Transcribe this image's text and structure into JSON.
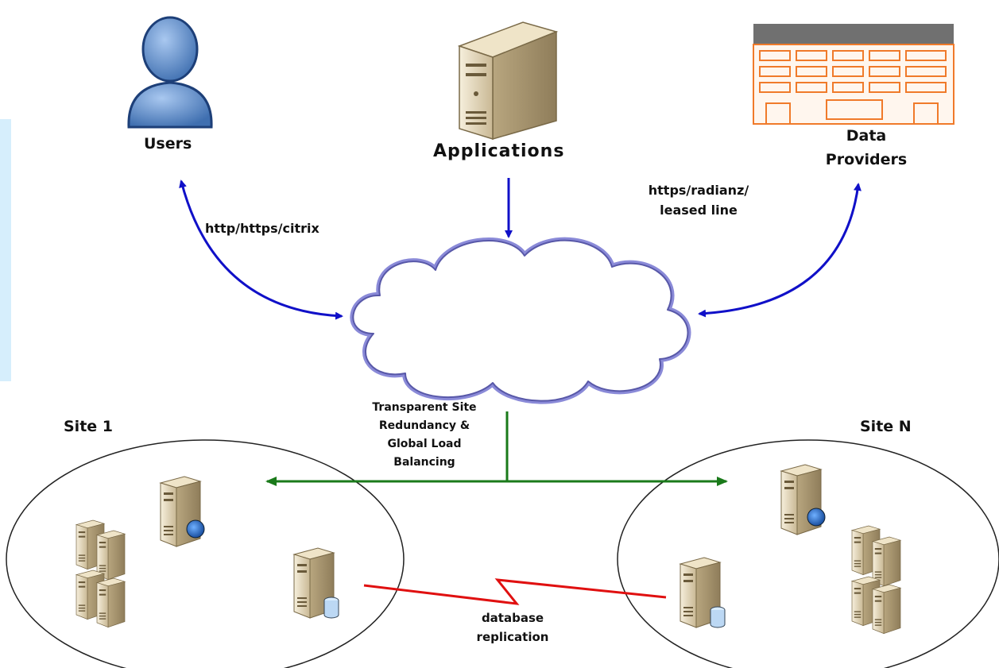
{
  "nodes": {
    "users": "Users",
    "applications": "Applications",
    "data_providers": {
      "line1": "Data",
      "line2": "Providers"
    },
    "site_1": "Site 1",
    "site_n": "Site N"
  },
  "connections": {
    "users_protocol": "http/https/citrix",
    "providers_protocol": {
      "line1": "https/radianz/",
      "line2": "leased line"
    },
    "redundancy": {
      "line1": "Transparent Site",
      "line2": "Redundancy &",
      "line3": "Global Load",
      "line4": "Balancing"
    },
    "replication": {
      "line1": "database",
      "line2": "replication"
    }
  },
  "colors": {
    "arrow_blue": "#1010c8",
    "arrow_green": "#1a7a1a",
    "replication_red": "#e01010",
    "building_orange": "#f07a2a",
    "building_roof": "#707070",
    "user_blue": "#5a8fd0",
    "server_beige": "#e8dcc0",
    "cloud_outline": "#8a8ad8"
  },
  "icons": [
    "user-icon",
    "application-server-icon",
    "building-icon",
    "cloud-icon",
    "web-server-icon",
    "database-server-icon",
    "server-cluster-icon"
  ]
}
